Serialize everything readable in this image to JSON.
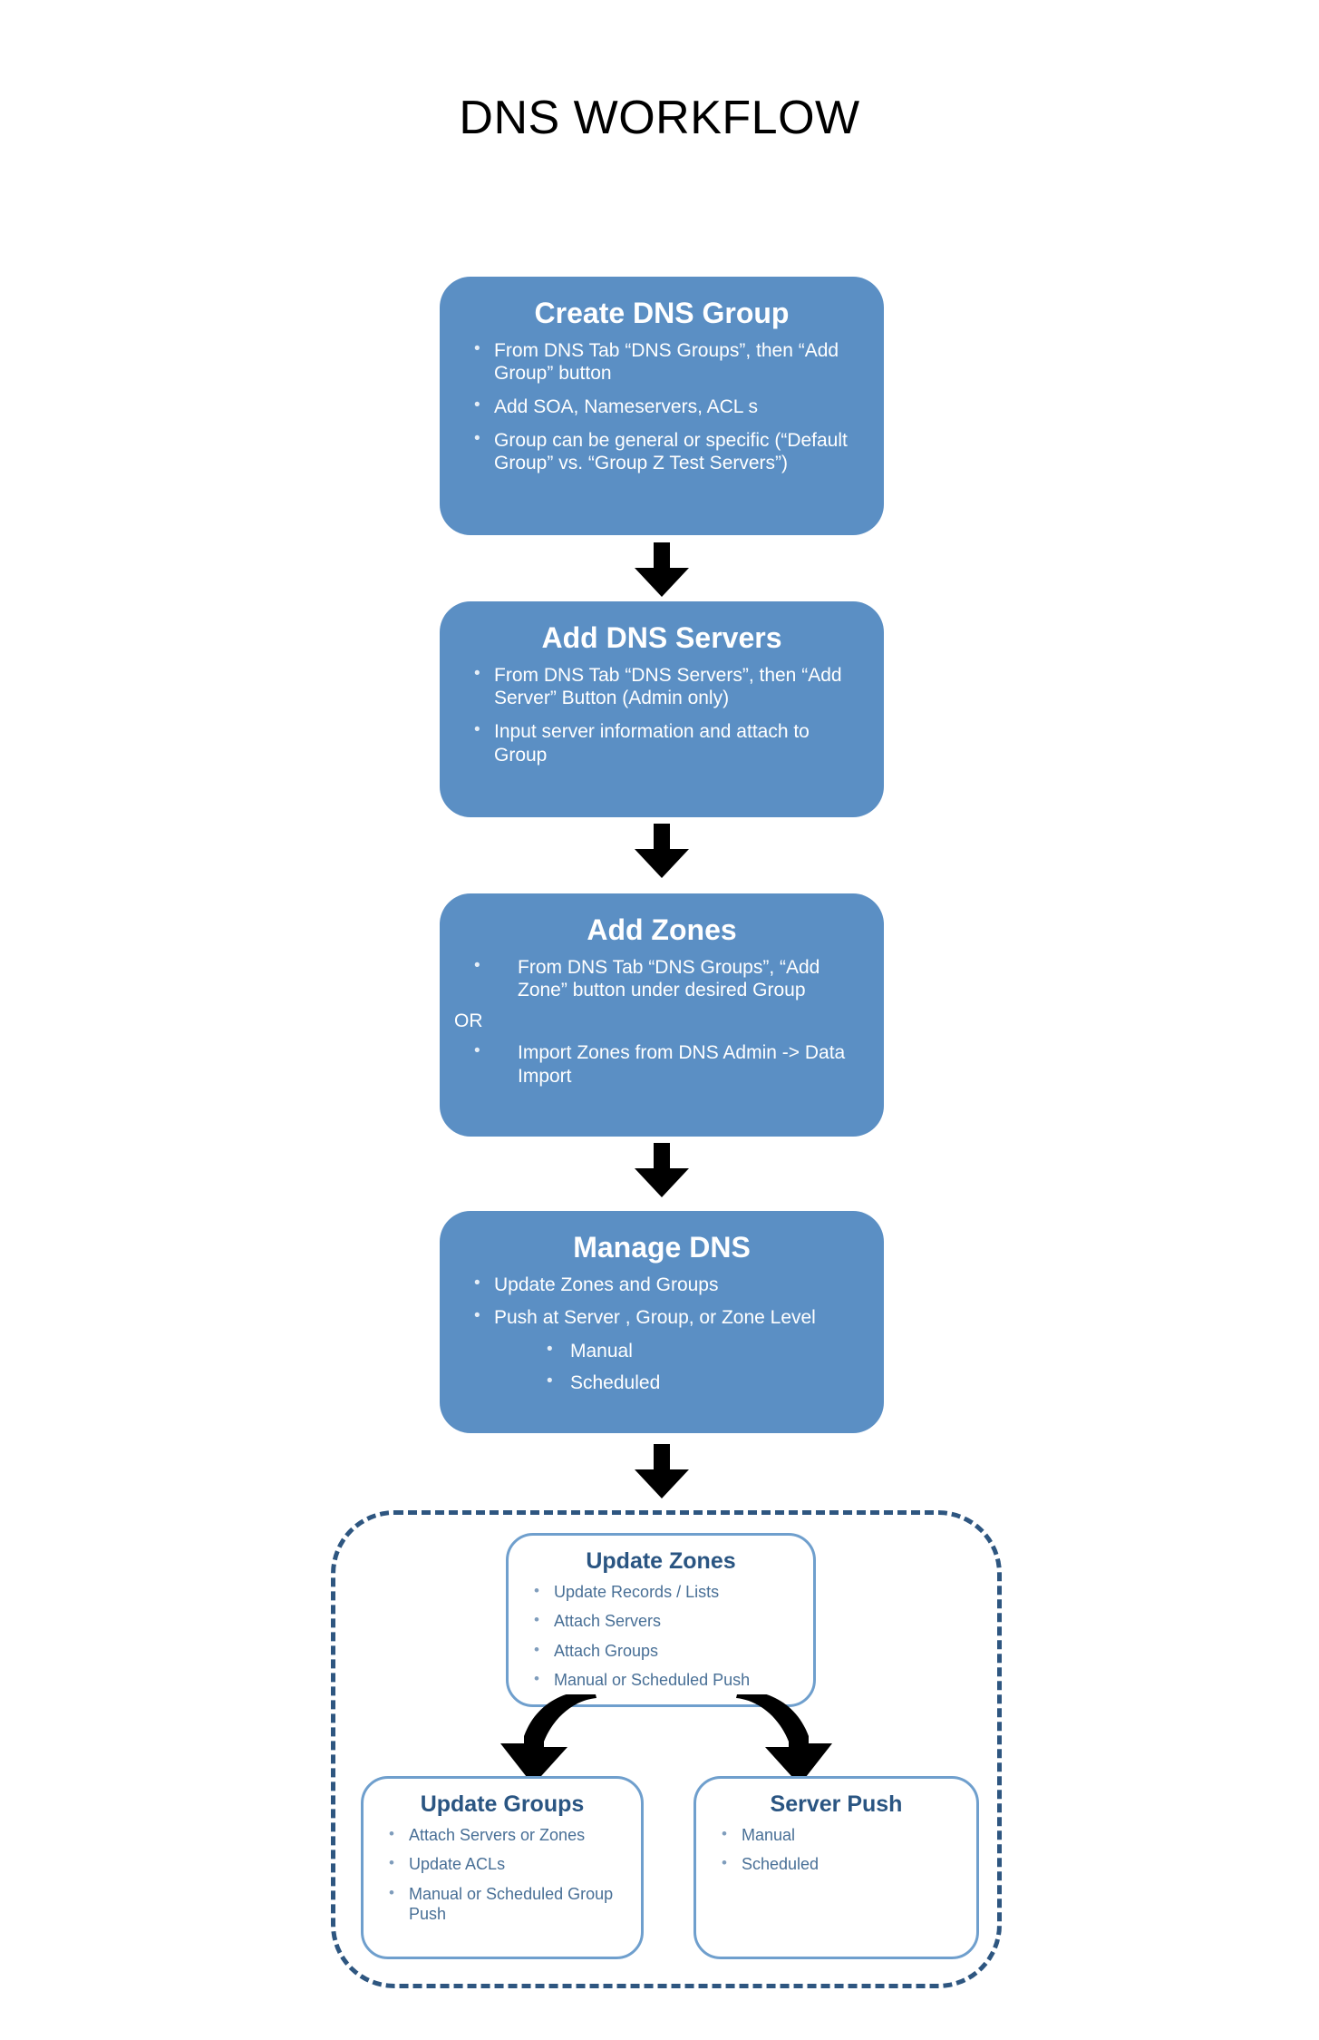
{
  "title": "DNS WORKFLOW",
  "colors": {
    "stage_fill": "#5b8fc4",
    "stage_text": "#ffffff",
    "subbox_border": "#6f9fcd",
    "subbox_title": "#2a5582",
    "subbox_text": "#486f96",
    "dashed_border": "#2e5680",
    "arrow": "#000000",
    "background": "#ffffff"
  },
  "stages": [
    {
      "id": "create-dns-group",
      "title": "Create DNS Group",
      "bullets": [
        "From DNS Tab “DNS Groups”, then “Add Group” button",
        "Add SOA, Nameservers, ACL s",
        "Group can be general or specific (“Default Group” vs. “Group Z Test Servers”)"
      ]
    },
    {
      "id": "add-dns-servers",
      "title": "Add DNS Servers",
      "bullets": [
        "From DNS Tab “DNS Servers”, then “Add Server” Button (Admin only)",
        "Input server information and attach to Group"
      ]
    },
    {
      "id": "add-zones",
      "title": "Add  Zones",
      "bullets": [
        "From DNS Tab “DNS Groups”, “Add Zone” button under desired Group",
        "Import Zones from DNS Admin -> Data Import"
      ],
      "separator": "OR"
    },
    {
      "id": "manage-dns",
      "title": "Manage DNS",
      "bullets": [
        "Update Zones and Groups",
        "Push at Server , Group, or Zone Level"
      ],
      "sub_bullets": [
        "Manual",
        "Scheduled"
      ]
    }
  ],
  "subboxes": [
    {
      "id": "update-zones",
      "title": "Update Zones",
      "bullets": [
        "Update Records / Lists",
        "Attach Servers",
        "Attach Groups",
        "Manual or Scheduled Push"
      ]
    },
    {
      "id": "update-groups",
      "title": "Update Groups",
      "bullets": [
        "Attach Servers or Zones",
        "Update ACLs",
        "Manual or Scheduled Group Push"
      ]
    },
    {
      "id": "server-push",
      "title": "Server Push",
      "bullets": [
        "Manual",
        "Scheduled"
      ]
    }
  ]
}
